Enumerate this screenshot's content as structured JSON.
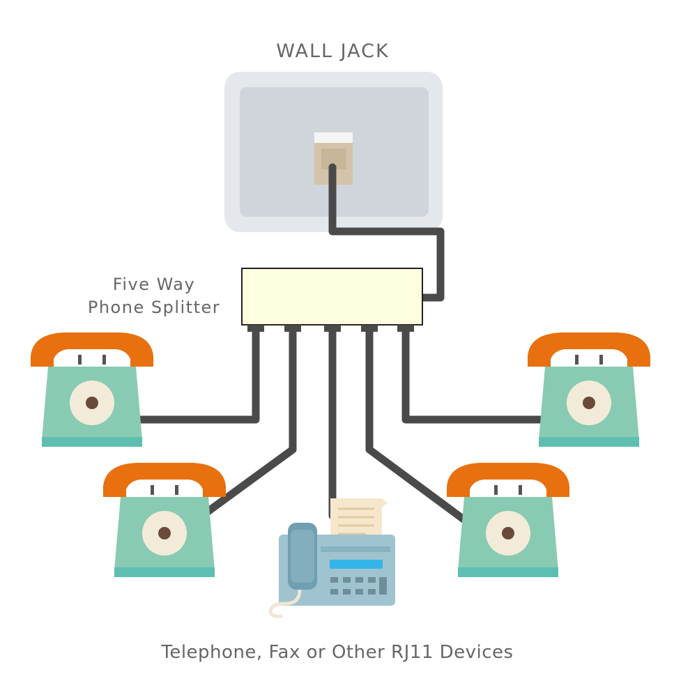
{
  "labels": {
    "wall_jack": "WALL JACK",
    "splitter_line1": "Five Way",
    "splitter_line2": "Phone Splitter",
    "devices_caption": "Telephone, Fax or Other RJ11 Devices"
  },
  "colors": {
    "cable": "#4a4a4a",
    "jack_frame": "#e4e8ec",
    "jack_plate": "#cfd5da",
    "jack_port": "#d4c3ab",
    "splitter_body": "#fdfde0",
    "phone_body": "#88cbb2",
    "phone_base": "#5ebfb0",
    "phone_handset": "#e8700e",
    "dial_face": "#f3ebd9",
    "fax_body": "#9fc3cf",
    "fax_screen": "#33b5e5",
    "paper": "#f6e7cc",
    "text": "#666666"
  },
  "icons": [
    "wall-jack-icon",
    "splitter-icon",
    "telephone-icon",
    "fax-machine-icon"
  ]
}
